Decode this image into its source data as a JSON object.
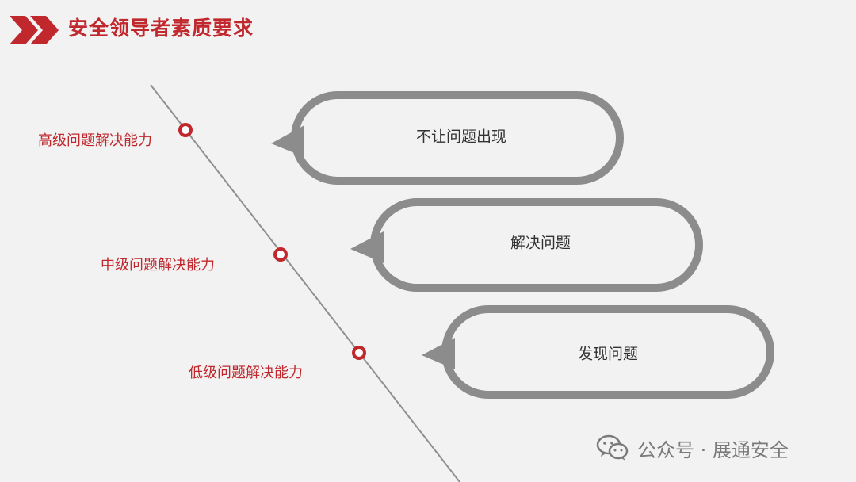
{
  "slide": {
    "title": "安全领导者素质要求",
    "colors": {
      "accent": "#c0282d",
      "bubble_border": "#8c8c8c",
      "background": "#f2f2f2"
    },
    "levels": [
      {
        "label": "高级问题解决能力",
        "bubble_text": "不让问题出现"
      },
      {
        "label": "中级问题解决能力",
        "bubble_text": "解决问题"
      },
      {
        "label": "低级问题解决能力",
        "bubble_text": "发现问题"
      }
    ]
  },
  "watermark": {
    "icon": "wechat-icon",
    "text": "公众号 · 展通安全"
  }
}
